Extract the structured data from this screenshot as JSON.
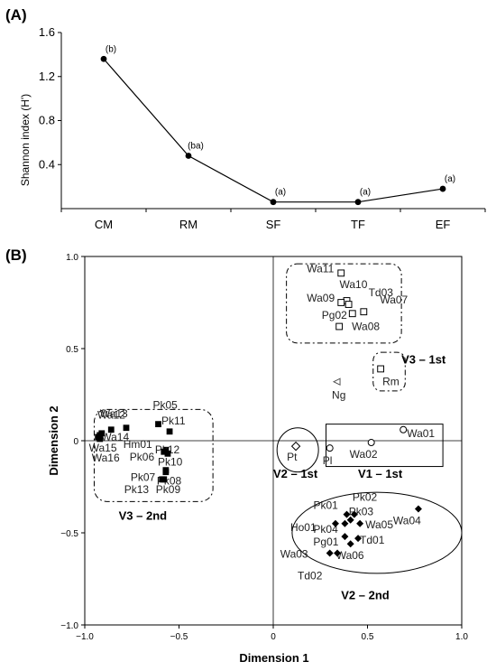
{
  "chart_data": [
    {
      "panel": "(A)",
      "type": "line",
      "ylabel": "Shannon index (H')",
      "categories": [
        "CM",
        "RM",
        "SF",
        "TF",
        "EF"
      ],
      "values": [
        1.36,
        0.48,
        0.06,
        0.06,
        0.18
      ],
      "annotations": [
        "(b)",
        "(ba)",
        "(a)",
        "(a)",
        "(a)"
      ],
      "ylim": [
        0,
        1.6
      ],
      "yticks": [
        "0.4",
        "0.8",
        "1.2",
        "1.6"
      ],
      "grid": false
    },
    {
      "panel": "(B)",
      "type": "scatter",
      "xlabel": "Dimension 1",
      "ylabel": "Dimension 2",
      "xlim": [
        -1.0,
        1.0
      ],
      "ylim": [
        -1.0,
        1.0
      ],
      "xticks": [
        "−1.0",
        "−0.5",
        "0",
        "0.5",
        "1.0"
      ],
      "yticks": [
        "1.0",
        "0.5",
        "0",
        "−0.5",
        "−1.0"
      ],
      "groups": [
        {
          "name": "V3 – 1st",
          "marker": "open-square"
        },
        {
          "name": "V3 – 2nd",
          "marker": "filled-square"
        },
        {
          "name": "V2 – 1st",
          "marker": "open-diamond"
        },
        {
          "name": "V1 – 1st",
          "marker": "open-circle"
        },
        {
          "name": "V2 – 2nd",
          "marker": "filled-diamond"
        },
        {
          "name": "",
          "marker": "open-triangle"
        }
      ],
      "points": [
        {
          "label": "Wa11",
          "x": 0.36,
          "y": 0.91,
          "group": 0
        },
        {
          "label": "Wa10",
          "x": 0.39,
          "y": 0.76,
          "group": 0
        },
        {
          "label": "Wa09",
          "x": 0.36,
          "y": 0.75,
          "group": 0
        },
        {
          "label": "Td03",
          "x": 0.4,
          "y": 0.74,
          "group": 0
        },
        {
          "label": "Wa07",
          "x": 0.48,
          "y": 0.7,
          "group": 0
        },
        {
          "label": "Pg02",
          "x": 0.42,
          "y": 0.69,
          "group": 0
        },
        {
          "label": "Wa08",
          "x": 0.35,
          "y": 0.62,
          "group": 0
        },
        {
          "label": "Rm",
          "x": 0.57,
          "y": 0.39,
          "group": 0
        },
        {
          "label": "Wa13",
          "x": -0.91,
          "y": 0.04,
          "group": 1
        },
        {
          "label": "Wa12",
          "x": -0.78,
          "y": 0.07,
          "group": 1
        },
        {
          "label": "Pk05",
          "x": -0.61,
          "y": 0.09,
          "group": 1
        },
        {
          "label": "Pk11",
          "x": -0.55,
          "y": 0.05,
          "group": 1
        },
        {
          "label": "Wa14",
          "x": -0.86,
          "y": 0.06,
          "group": 1
        },
        {
          "label": "Hm01",
          "x": -0.92,
          "y": 0.01,
          "group": 1
        },
        {
          "label": "Pk12",
          "x": -0.57,
          "y": -0.05,
          "group": 1
        },
        {
          "label": "Wa15",
          "x": -0.93,
          "y": 0.02,
          "group": 1
        },
        {
          "label": "Wa16",
          "x": -0.92,
          "y": 0.03,
          "group": 1
        },
        {
          "label": "Pk06",
          "x": -0.58,
          "y": -0.06,
          "group": 1
        },
        {
          "label": "Pk10",
          "x": -0.56,
          "y": -0.07,
          "group": 1
        },
        {
          "label": "Pk07",
          "x": -0.57,
          "y": -0.16,
          "group": 1
        },
        {
          "label": "Pk08",
          "x": -0.57,
          "y": -0.17,
          "group": 1
        },
        {
          "label": "Pk13",
          "x": -0.59,
          "y": -0.21,
          "group": 1
        },
        {
          "label": "Pk09",
          "x": -0.58,
          "y": -0.21,
          "group": 1
        },
        {
          "label": "Pt",
          "x": 0.12,
          "y": -0.03,
          "group": 2
        },
        {
          "label": "Pl",
          "x": 0.3,
          "y": -0.04,
          "group": 3
        },
        {
          "label": "Wa02",
          "x": 0.52,
          "y": -0.01,
          "group": 3
        },
        {
          "label": "Wa01",
          "x": 0.69,
          "y": 0.06,
          "group": 3
        },
        {
          "label": "Pk02",
          "x": 0.43,
          "y": -0.4,
          "group": 4
        },
        {
          "label": "Pk01",
          "x": 0.39,
          "y": -0.4,
          "group": 4
        },
        {
          "label": "Pk03",
          "x": 0.41,
          "y": -0.43,
          "group": 4
        },
        {
          "label": "Pk04",
          "x": 0.38,
          "y": -0.45,
          "group": 4
        },
        {
          "label": "Wa05",
          "x": 0.46,
          "y": -0.45,
          "group": 4
        },
        {
          "label": "Ho01",
          "x": 0.33,
          "y": -0.45,
          "group": 4
        },
        {
          "label": "Wa04",
          "x": 0.77,
          "y": -0.37,
          "group": 4
        },
        {
          "label": "Pg01",
          "x": 0.38,
          "y": -0.52,
          "group": 4
        },
        {
          "label": "Td01",
          "x": 0.45,
          "y": -0.53,
          "group": 4
        },
        {
          "label": "Wa03",
          "x": 0.3,
          "y": -0.61,
          "group": 4
        },
        {
          "label": "Wa06",
          "x": 0.41,
          "y": -0.56,
          "group": 4
        },
        {
          "label": "Td02",
          "x": 0.34,
          "y": -0.61,
          "group": 4
        },
        {
          "label": "Ng",
          "x": 0.34,
          "y": 0.32,
          "group": 5
        }
      ]
    }
  ]
}
